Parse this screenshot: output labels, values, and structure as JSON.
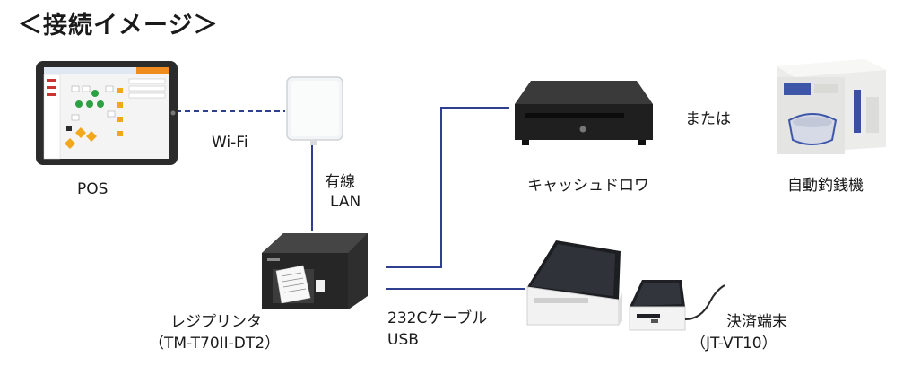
{
  "title": "＜接続イメージ＞",
  "devices": {
    "pos": {
      "label": "POS"
    },
    "router": {
      "label": ""
    },
    "printer": {
      "label_line1": "レジプリンタ",
      "label_line2": "（TM-T70II-DT2）"
    },
    "drawer": {
      "label": "キャッシュドロワ"
    },
    "alternative": {
      "label": "または"
    },
    "changer": {
      "label": "自動釣銭機"
    },
    "payment": {
      "label_line1": "決済端末",
      "label_line2": "（JT-VT10）"
    }
  },
  "connections": {
    "wifi": {
      "label": "Wi-Fi"
    },
    "lan": {
      "label_line1": "有線",
      "label_line2": "LAN"
    },
    "serial": {
      "label_line1": "232Cケーブル",
      "label_line2": "USB"
    }
  },
  "colors": {
    "line": "#2f3f8f",
    "accent": "#f08c1e",
    "dark": "#2b2b2b"
  }
}
